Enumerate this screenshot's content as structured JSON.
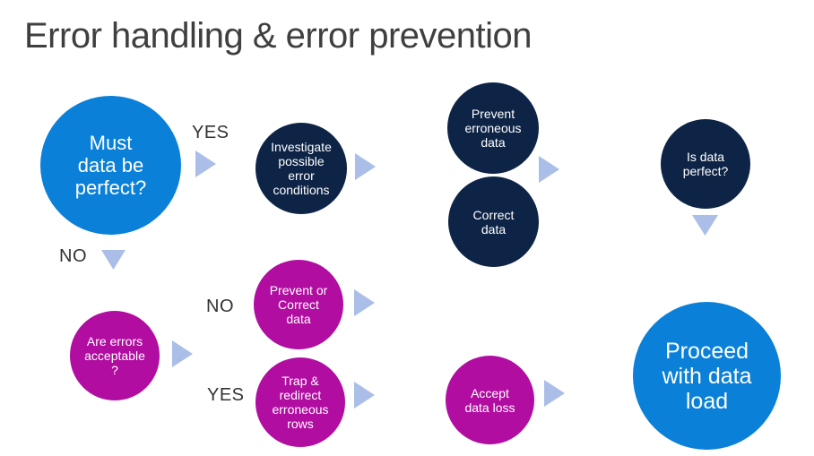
{
  "title": "Error handling & error prevention",
  "colors": {
    "blue": "#0b80d8",
    "navy": "#0e2446",
    "magenta": "#b10da1",
    "arrow": "#aabee7",
    "title_text": "#3f3f3f",
    "label_text": "#333333",
    "node_text": "#ffffff",
    "background": "#ffffff"
  },
  "branch_labels": {
    "yes_top": "YES",
    "no_left": "NO",
    "no_mid": "NO",
    "yes_bottom": "YES"
  },
  "nodes": {
    "must": {
      "text": "Must\ndata be\nperfect?"
    },
    "investigate": {
      "text": "Investigate\npossible\nerror\nconditions"
    },
    "prevent_erroneous": {
      "text": "Prevent\nerroneous\ndata"
    },
    "correct": {
      "text": "Correct\ndata"
    },
    "is_perfect": {
      "text": "Is data\nperfect?"
    },
    "are_errors": {
      "text": "Are errors\nacceptable\n?"
    },
    "prevent_or_correct": {
      "text": "Prevent or\nCorrect\ndata"
    },
    "trap_redirect": {
      "text": "Trap &\nredirect\nerroneous\nrows"
    },
    "accept_loss": {
      "text": "Accept\ndata loss"
    },
    "proceed": {
      "text": "Proceed\nwith data\nload"
    }
  }
}
